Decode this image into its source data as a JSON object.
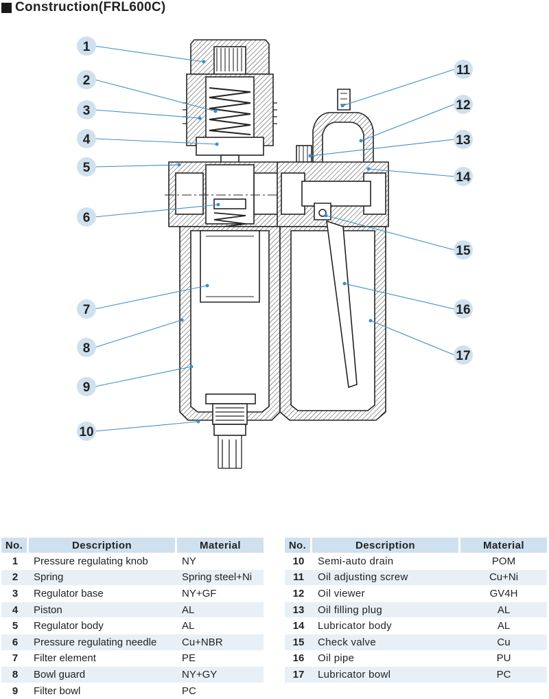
{
  "title": "Construction(FRL600C)",
  "callouts": [
    "1",
    "2",
    "3",
    "4",
    "5",
    "6",
    "7",
    "8",
    "9",
    "10",
    "11",
    "12",
    "13",
    "14",
    "15",
    "16",
    "17"
  ],
  "table_left": {
    "headers": {
      "no": "No.",
      "description": "Description",
      "material": "Material"
    },
    "rows": [
      {
        "no": "1",
        "description": "Pressure regulating knob",
        "material": "NY"
      },
      {
        "no": "2",
        "description": "Spring",
        "material": "Spring steel+Ni"
      },
      {
        "no": "3",
        "description": "Regulator base",
        "material": "NY+GF"
      },
      {
        "no": "4",
        "description": "Piston",
        "material": "AL"
      },
      {
        "no": "5",
        "description": "Regulator body",
        "material": "AL"
      },
      {
        "no": "6",
        "description": "Pressure regulating needle",
        "material": "Cu+NBR"
      },
      {
        "no": "7",
        "description": "Filter element",
        "material": "PE"
      },
      {
        "no": "8",
        "description": "Bowl guard",
        "material": "NY+GY"
      },
      {
        "no": "9",
        "description": "Filter bowl",
        "material": "PC"
      }
    ]
  },
  "table_right": {
    "headers": {
      "no": "No.",
      "description": "Description",
      "material": "Material"
    },
    "rows": [
      {
        "no": "10",
        "description": "Semi-auto drain",
        "material": "POM"
      },
      {
        "no": "11",
        "description": "Oil adjusting screw",
        "material": "Cu+Ni"
      },
      {
        "no": "12",
        "description": "Oil viewer",
        "material": "GV4H"
      },
      {
        "no": "13",
        "description": "Oil filling plug",
        "material": "AL"
      },
      {
        "no": "14",
        "description": "Lubricator body",
        "material": "AL"
      },
      {
        "no": "15",
        "description": "Check valve",
        "material": "Cu"
      },
      {
        "no": "16",
        "description": "Oil pipe",
        "material": "PU"
      },
      {
        "no": "17",
        "description": "Lubricator bowl",
        "material": "PC"
      }
    ]
  },
  "colors": {
    "callout_fill": "#cfe0ee",
    "leader_line": "#3c8ec9",
    "header_fill": "#cfe0ee",
    "row_alt_fill": "#e7f0f7"
  }
}
